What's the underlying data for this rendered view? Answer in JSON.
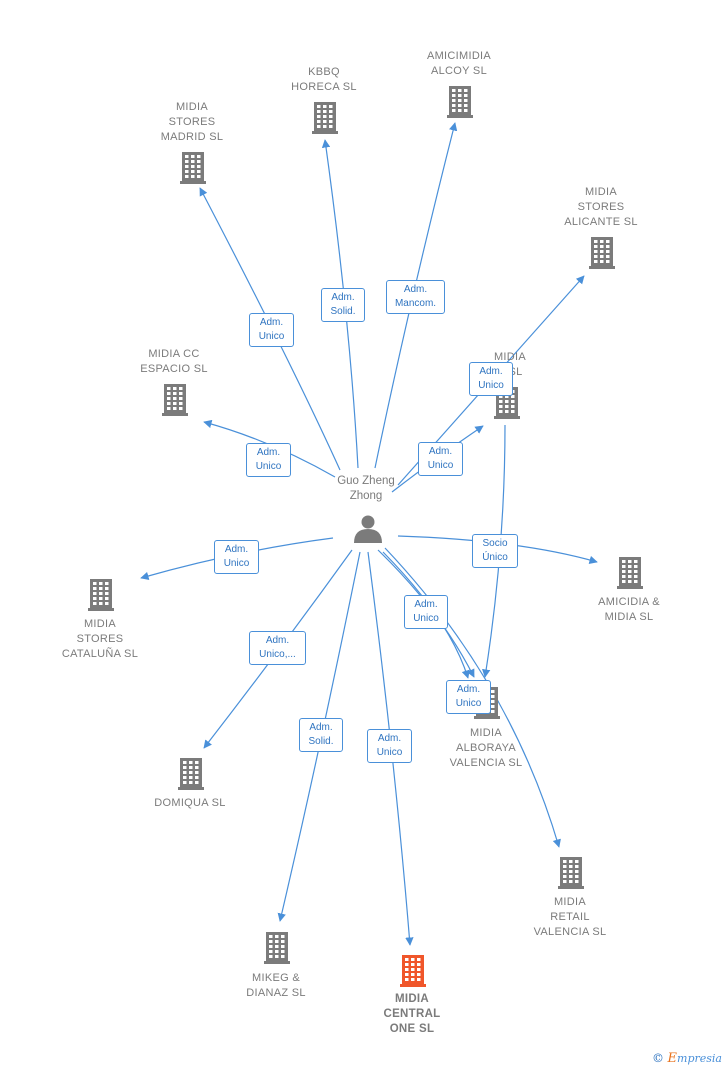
{
  "center": {
    "name": "Guo Zheng\nZhong"
  },
  "nodes": [
    {
      "id": "midia-stores-madrid",
      "label": "MIDIA\nSTORES\nMADRID  SL"
    },
    {
      "id": "kbbq-horeca",
      "label": "KBBQ\nHORECA  SL"
    },
    {
      "id": "amicimidia-alcoy",
      "label": "AMICIMIDIA\nALCOY  SL"
    },
    {
      "id": "midia-stores-alicante",
      "label": "MIDIA\nSTORES\nALICANTE  SL"
    },
    {
      "id": "midia-cc-espacio",
      "label": "MIDIA CC\nESPACIO  SL"
    },
    {
      "id": "midia-s",
      "label": "MIDIA\n S  SL"
    },
    {
      "id": "amicidia-midia",
      "label": "AMICIDIA &\nMIDIA  SL"
    },
    {
      "id": "midia-stores-cataluna",
      "label": "MIDIA\nSTORES\nCATALUÑA  SL"
    },
    {
      "id": "midia-alboraya-valencia",
      "label": "MIDIA\nALBORAYA\nVALENCIA  SL"
    },
    {
      "id": "domiqua",
      "label": "DOMIQUA SL"
    },
    {
      "id": "midia-retail-valencia",
      "label": "MIDIA\nRETAIL\nVALENCIA  SL"
    },
    {
      "id": "mikeg-dianaz",
      "label": "MIKEG &\nDIANAZ SL"
    },
    {
      "id": "midia-central-one",
      "label": "MIDIA\nCENTRAL\nONE  SL"
    }
  ],
  "edges": [
    {
      "id": "e-madrid",
      "label": "Adm.\nUnico"
    },
    {
      "id": "e-kbbq",
      "label": "Adm.\nSolid."
    },
    {
      "id": "e-alcoy",
      "label": "Adm.\nMancom."
    },
    {
      "id": "e-alicante",
      "label": "Adm.\nUnico"
    },
    {
      "id": "e-espacio",
      "label": "Adm.\nUnico"
    },
    {
      "id": "e-midia-s",
      "label": "Adm.\nUnico"
    },
    {
      "id": "e-amicidia",
      "label": "Socio\nÚnico"
    },
    {
      "id": "e-cataluna",
      "label": "Adm.\nUnico"
    },
    {
      "id": "e-alboraya-1",
      "label": "Adm.\nUnico"
    },
    {
      "id": "e-domiqua",
      "label": "Adm.\nUnico,..."
    },
    {
      "id": "e-retail",
      "label": "Adm.\nUnico"
    },
    {
      "id": "e-mikeg",
      "label": "Adm.\nSolid."
    },
    {
      "id": "e-central",
      "label": "Adm.\nUnico"
    }
  ],
  "colors": {
    "edge": "#4a90d9",
    "building": "#7b7b7b",
    "highlight": "#f0562a",
    "person": "#7b7b7b"
  },
  "footer": {
    "copyright": "©",
    "brand_e": "E",
    "brand_rest": "mpresia"
  }
}
